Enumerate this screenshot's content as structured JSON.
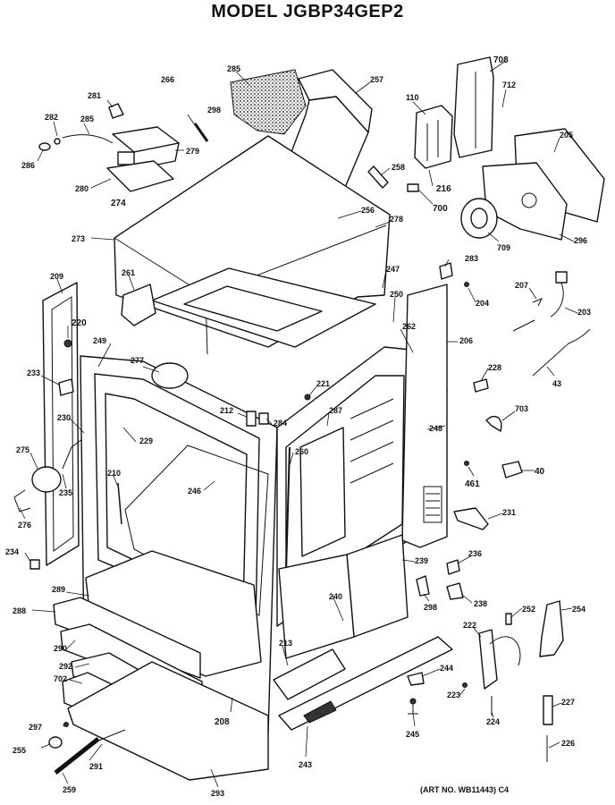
{
  "title": "MODEL JGBP34GEP2",
  "art_number": "(ART NO. WB11443) C4",
  "part_labels": [
    {
      "id": "t708",
      "text": "708"
    },
    {
      "id": "t712",
      "text": "712"
    },
    {
      "id": "t285a",
      "text": "285"
    },
    {
      "id": "t266",
      "text": "266"
    },
    {
      "id": "t257",
      "text": "257"
    },
    {
      "id": "t110",
      "text": "110"
    },
    {
      "id": "t205",
      "text": "205"
    },
    {
      "id": "t281",
      "text": "281"
    },
    {
      "id": "t298",
      "text": "298"
    },
    {
      "id": "t282",
      "text": "282"
    },
    {
      "id": "t285b",
      "text": "285"
    },
    {
      "id": "t279",
      "text": "279"
    },
    {
      "id": "t286",
      "text": "286"
    },
    {
      "id": "t280",
      "text": "280"
    },
    {
      "id": "t274",
      "text": "274"
    },
    {
      "id": "t258",
      "text": "258"
    },
    {
      "id": "t216",
      "text": "216"
    },
    {
      "id": "t700",
      "text": "700"
    },
    {
      "id": "t256",
      "text": "256"
    },
    {
      "id": "t278",
      "text": "278"
    },
    {
      "id": "t709",
      "text": "709"
    },
    {
      "id": "t296",
      "text": "296"
    },
    {
      "id": "t273",
      "text": "273"
    },
    {
      "id": "t209",
      "text": "209"
    },
    {
      "id": "t261",
      "text": "261"
    },
    {
      "id": "t247",
      "text": "247"
    },
    {
      "id": "t283",
      "text": "283"
    },
    {
      "id": "t204",
      "text": "204"
    },
    {
      "id": "t207",
      "text": "207"
    },
    {
      "id": "t203",
      "text": "203"
    },
    {
      "id": "t250",
      "text": "250"
    },
    {
      "id": "t262",
      "text": "262"
    },
    {
      "id": "t220",
      "text": "220"
    },
    {
      "id": "t249",
      "text": "249"
    },
    {
      "id": "t206",
      "text": "206"
    },
    {
      "id": "t277",
      "text": "277"
    },
    {
      "id": "t233",
      "text": "233"
    },
    {
      "id": "t228",
      "text": "228"
    },
    {
      "id": "t43",
      "text": "43"
    },
    {
      "id": "t221",
      "text": "221"
    },
    {
      "id": "t212",
      "text": "212"
    },
    {
      "id": "t287",
      "text": "287"
    },
    {
      "id": "t284",
      "text": "284"
    },
    {
      "id": "t230",
      "text": "230"
    },
    {
      "id": "t229",
      "text": "229"
    },
    {
      "id": "t248",
      "text": "248"
    },
    {
      "id": "t703",
      "text": "703"
    },
    {
      "id": "t275",
      "text": "275"
    },
    {
      "id": "t260",
      "text": "260"
    },
    {
      "id": "t210",
      "text": "210"
    },
    {
      "id": "t246",
      "text": "246"
    },
    {
      "id": "t461",
      "text": "461"
    },
    {
      "id": "t40",
      "text": "40"
    },
    {
      "id": "t235",
      "text": "235"
    },
    {
      "id": "t276",
      "text": "276"
    },
    {
      "id": "t231",
      "text": "231"
    },
    {
      "id": "t234",
      "text": "234"
    },
    {
      "id": "t239",
      "text": "239"
    },
    {
      "id": "t236",
      "text": "236"
    },
    {
      "id": "t289",
      "text": "289"
    },
    {
      "id": "t240",
      "text": "240"
    },
    {
      "id": "t298b",
      "text": "298"
    },
    {
      "id": "t238",
      "text": "238"
    },
    {
      "id": "t288",
      "text": "288"
    },
    {
      "id": "t252",
      "text": "252"
    },
    {
      "id": "t254",
      "text": "254"
    },
    {
      "id": "t222",
      "text": "222"
    },
    {
      "id": "t213",
      "text": "213"
    },
    {
      "id": "t290",
      "text": "290"
    },
    {
      "id": "t292",
      "text": "292"
    },
    {
      "id": "t244",
      "text": "244"
    },
    {
      "id": "t702",
      "text": "702"
    },
    {
      "id": "t223",
      "text": "223"
    },
    {
      "id": "t227",
      "text": "227"
    },
    {
      "id": "t208",
      "text": "208"
    },
    {
      "id": "t224",
      "text": "224"
    },
    {
      "id": "t297",
      "text": "297"
    },
    {
      "id": "t245",
      "text": "245"
    },
    {
      "id": "t255",
      "text": "255"
    },
    {
      "id": "t226",
      "text": "226"
    },
    {
      "id": "t291",
      "text": "291"
    },
    {
      "id": "t243",
      "text": "243"
    },
    {
      "id": "t259",
      "text": "259"
    },
    {
      "id": "t293",
      "text": "293"
    }
  ]
}
